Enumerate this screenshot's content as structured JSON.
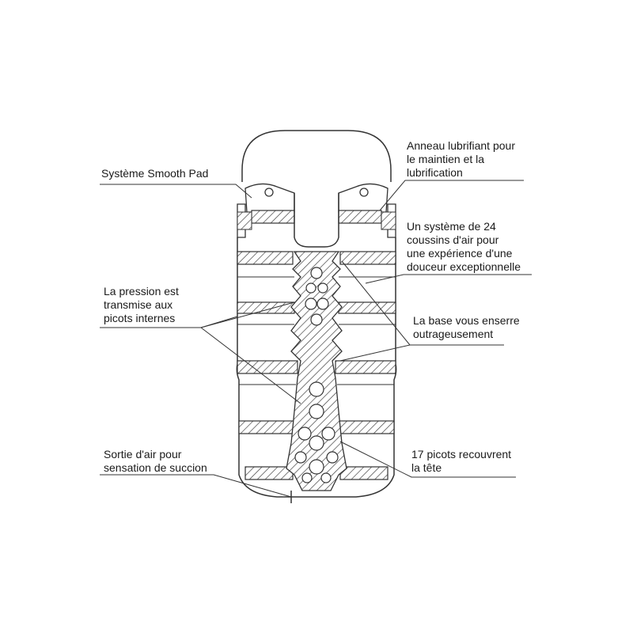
{
  "colors": {
    "ink": "#333333",
    "background": "#ffffff",
    "text": "#1a1a1a"
  },
  "labels": {
    "smooth_pad": [
      "Système Smooth Pad"
    ],
    "lubricating_ring": [
      "Anneau lubrifiant pour",
      "le maintien et la",
      "lubrification"
    ],
    "air_cushions": [
      "Un système de 24",
      "coussins d'air pour",
      "une expérience d'une",
      "douceur exceptionnelle"
    ],
    "pressure": [
      "La pression est",
      "transmise aux",
      "picots internes"
    ],
    "base_grip": [
      "La base vous enserre",
      "outrageusement"
    ],
    "air_outlet": [
      "Sortie d'air pour",
      "sensation de succion"
    ],
    "nubs": [
      "17 picots recouvrent",
      "la tête"
    ]
  }
}
